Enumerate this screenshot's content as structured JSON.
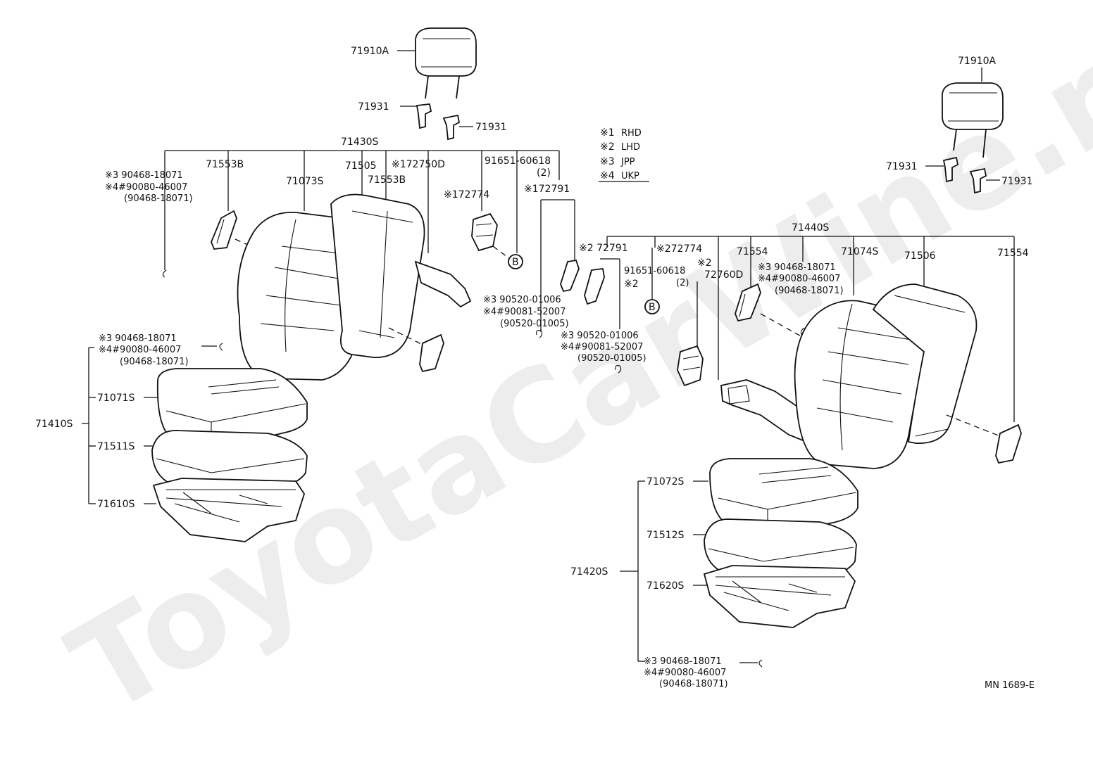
{
  "watermark": "ToyotaCarWine.ru",
  "legend": [
    {
      "mark": "※1",
      "text": "RHD"
    },
    {
      "mark": "※2",
      "text": "LHD"
    },
    {
      "mark": "※3",
      "text": "JPP"
    },
    {
      "mark": "※4",
      "text": "UKP"
    }
  ],
  "labels": {
    "hr_left": "71910A",
    "hr_right": "71910A",
    "g1": "71931",
    "g2": "71931",
    "g3": "71931",
    "g4": "71931",
    "back_assy_left": "71430S",
    "back_assy_right": "71440S",
    "l_71553b_a": "71553B",
    "l_71073s": "71073S",
    "l_71505": "71505",
    "l_71553b_b": "71553B",
    "l_72750d": "※172750D",
    "l_91651_a": "91651-60618",
    "l_91651_a2": "(2)",
    "l_72774_a": "※172774",
    "l_72791_a": "※172791",
    "l_90468_a1": "※3  90468-18071",
    "l_90468_a2": "※4#90080-46007",
    "l_90468_a3": "(90468-18071)",
    "l_90520_a1": "※3  90520-01006",
    "l_90520_a2": "※4#90081-52007",
    "l_90520_a3": "(90520-01005)",
    "l_72791_b": "※2 72791",
    "l_72774_b": "※272774",
    "l_91651_b": "91651-60618",
    "l_91651_b2": "(2)",
    "l_x2_a": "※2",
    "l_x2_b": "※2",
    "l_72760d": "72760D",
    "l_90520_b1": "※3  90520-01006",
    "l_90520_b2": "※4#90081-52007",
    "l_90520_b3": "(90520-01005)",
    "l_71554_a": "71554",
    "l_90468_b1": "※3   90468-18071",
    "l_90468_b2": "※4#90080-46007",
    "l_90468_b3": "(90468-18071)",
    "l_71074s": "71074S",
    "l_71506": "71506",
    "l_71554_b": "71554",
    "l_90468_c1": "※3   90468-18071",
    "l_90468_c2": "※4#90080-46007",
    "l_90468_c3": "(90468-18071)",
    "l_71410s": "71410S",
    "l_71071s": "71071S",
    "l_71511s": "71511S",
    "l_71610s": "71610S",
    "l_71420s": "71420S",
    "l_71072s": "71072S",
    "l_71512s": "71512S",
    "l_71620s": "71620S",
    "l_90468_d1": "※3   90468-18071",
    "l_90468_d2": "※4#90080-46007",
    "l_90468_d3": "(90468-18071)",
    "bolt_b_1": "B",
    "bolt_b_2": "B",
    "ref_code": "MN 1689-E"
  }
}
